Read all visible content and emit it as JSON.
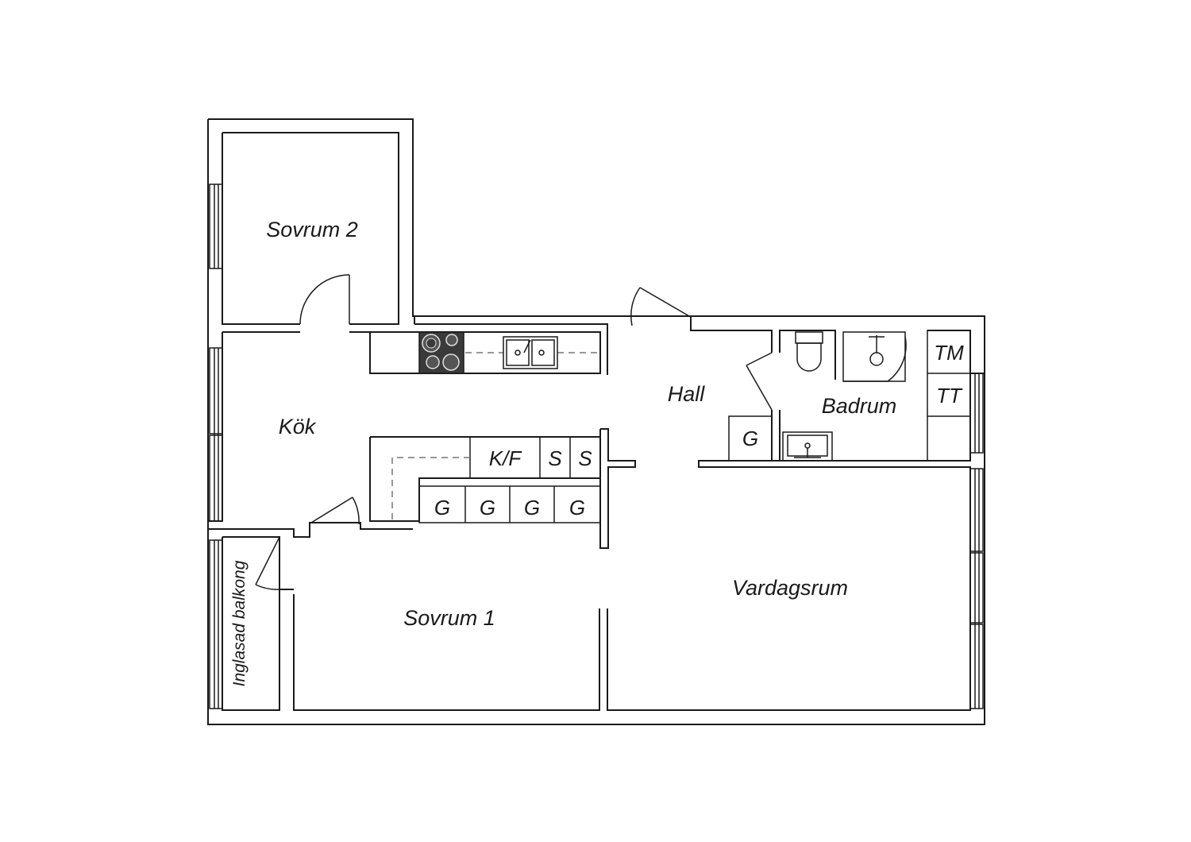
{
  "rooms": {
    "sovrum2": "Sovrum 2",
    "kok": "Kök",
    "hall": "Hall",
    "badrum": "Badrum",
    "sovrum1": "Sovrum 1",
    "vardagsrum": "Vardagsrum",
    "balkong": "Inglasad balkong"
  },
  "units": {
    "kf": "K/F",
    "s": "S",
    "g": "G",
    "tm": "TM",
    "tt": "TT"
  },
  "colors": {
    "line": "#1a1a1a",
    "stove": "#3a3a3a",
    "background": "#ffffff"
  }
}
